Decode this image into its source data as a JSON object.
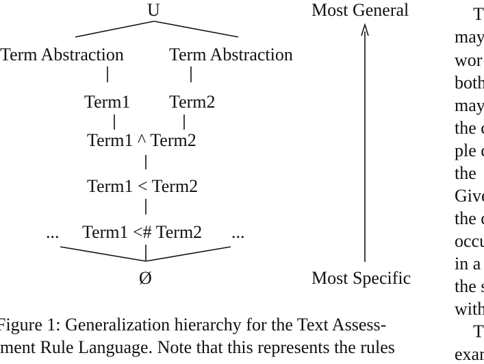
{
  "diagram": {
    "top": "U",
    "abstraction_left": "Term Abstraction",
    "abstraction_right": "Term Abstraction",
    "term1": "Term1",
    "term2": "Term2",
    "conj": "Term1 ^ Term2",
    "before": "Term1 < Term2",
    "near": "Term1 <# Term2",
    "ellipsis_left": "...",
    "ellipsis_right": "...",
    "bottom": "Ø",
    "most_general": "Most General",
    "most_specific": "Most Specific"
  },
  "caption": {
    "line1": "Figure 1:  Generalization hierarchy for the Text Assess-",
    "line2": "ment Rule Language.  Note that this represents the rules"
  },
  "right_column": {
    "lines": [
      "T",
      "may",
      "wor",
      "both",
      "may",
      "the c",
      "ple c",
      "the",
      "Give",
      "the c",
      "occu",
      "in a",
      "the s",
      "with",
      "T",
      "exar"
    ]
  }
}
